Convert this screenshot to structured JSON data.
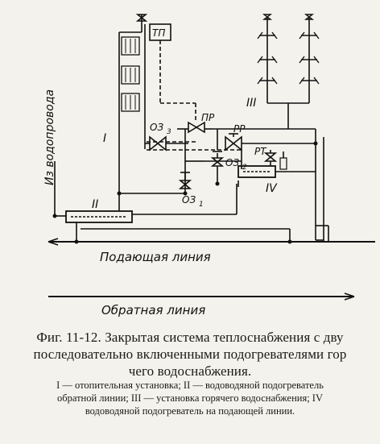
{
  "diagram": {
    "labels": {
      "water_supply": "Из водопровода",
      "heater_II": "II",
      "heater_IV": "IV",
      "heating_I": "I",
      "hot_water_III": "III",
      "tp": "ТП",
      "pr": "ПР",
      "rr": "РР",
      "rt": "РТ",
      "oz3": "ОЗ",
      "oz3_sub": "3",
      "oz2": "ОЗ",
      "oz2_sub": "2",
      "oz1": "ОЗ",
      "oz1_sub": "1",
      "supply_line": "Подающая линия",
      "return_line": "Обратная линия"
    }
  },
  "caption": {
    "title_line1": "Фиг. 11-12. Закрытая система теплоснабжения с дву",
    "title_line2": "последовательно включенными подогревателями гор",
    "title_line3": "чего водоснабжения.",
    "legend_line1": "I — отопительная установка; II — водоводяной подогреватель",
    "legend_line2": "обратной линии; III — установка горячего водоснабжения; IV",
    "legend_line3": "водоводяной подогреватель на подающей линии."
  }
}
